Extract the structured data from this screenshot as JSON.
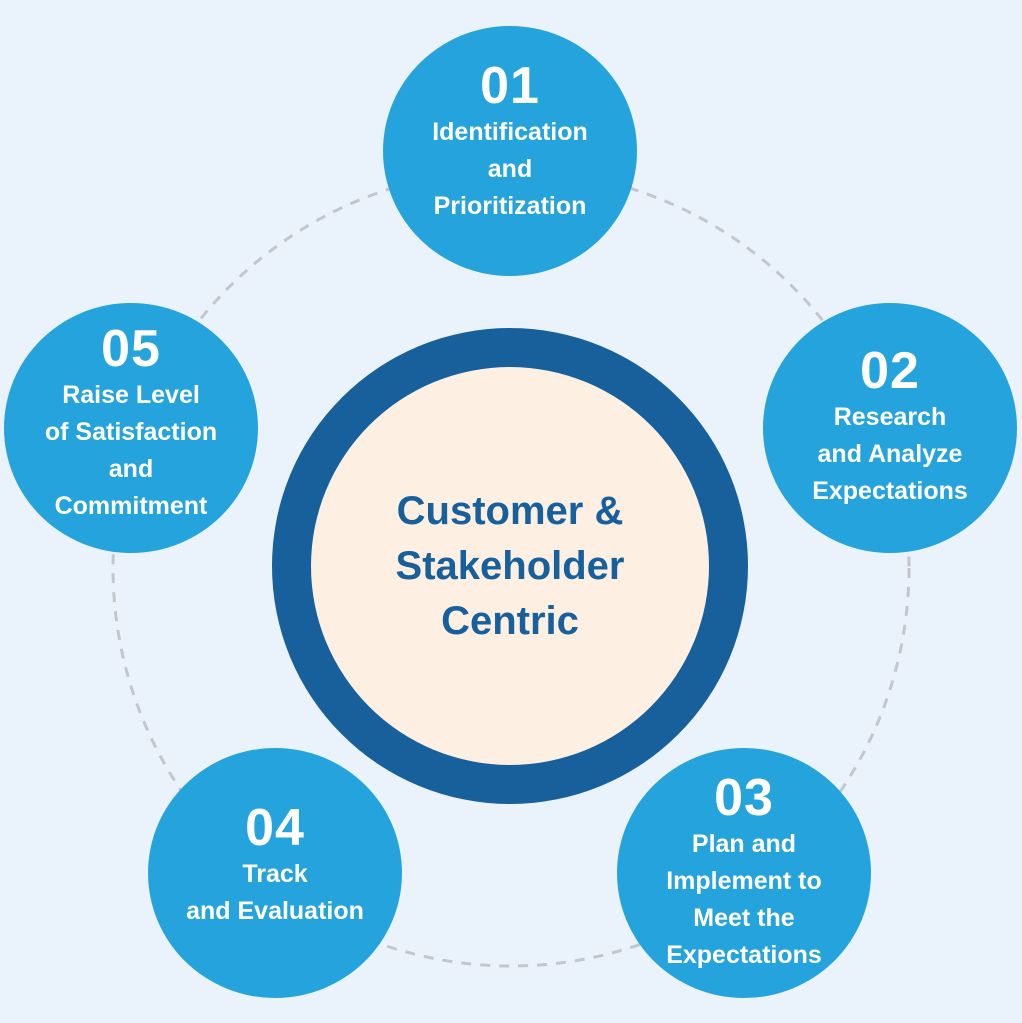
{
  "center": {
    "title": "Customer &\nStakeholder\nCentric"
  },
  "steps": [
    {
      "number": "01",
      "label": "Identification\nand\nPrioritization"
    },
    {
      "number": "02",
      "label": "Research\nand Analyze\nExpectations"
    },
    {
      "number": "03",
      "label": "Plan and\nImplement to\nMeet the\nExpectations"
    },
    {
      "number": "04",
      "label": "Track\nand Evaluation"
    },
    {
      "number": "05",
      "label": "Raise Level\nof Satisfaction\nand\nCommitment"
    }
  ],
  "colors": {
    "background": "#eaf3fb",
    "step_circle": "#24a3dc",
    "center_ring": "#17609c",
    "center_fill": "#fdf0e3",
    "center_text": "#17609c",
    "connector": "#c3c7cc"
  }
}
